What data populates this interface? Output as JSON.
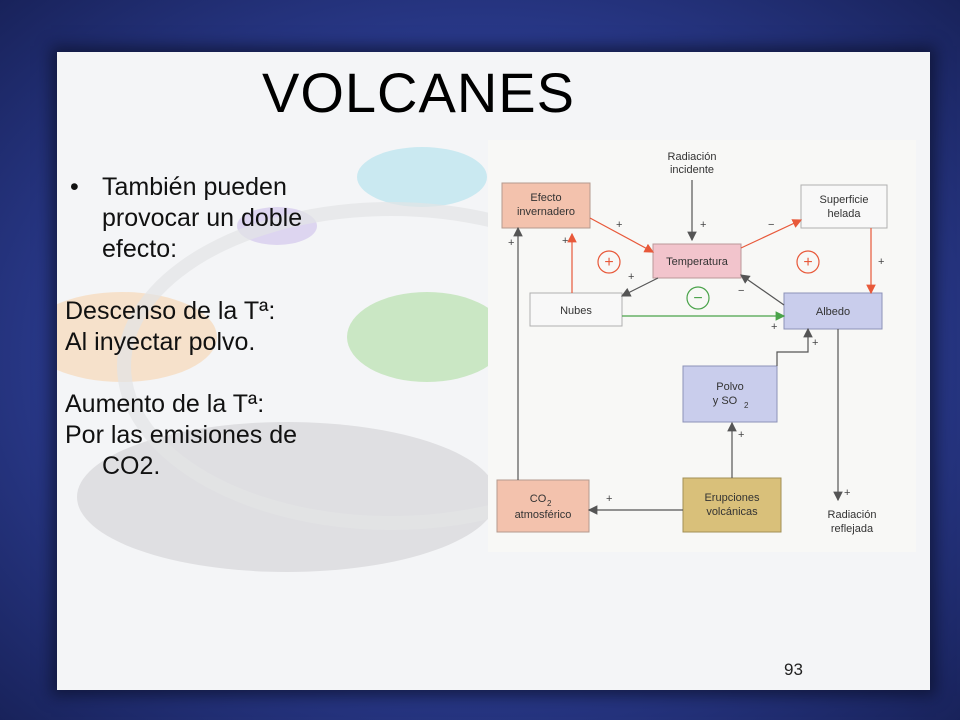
{
  "slide": {
    "title": "VOLCANES",
    "bullet": "También pueden provocar un doble efecto:",
    "descenso_label": "Descenso de la Tª:",
    "descenso_text": "Al inyectar polvo.",
    "aumento_label": "Aumento de la Tª:",
    "aumento_text_line1": "Por las emisiones de",
    "aumento_text_line2": "CO2.",
    "page_number": "93"
  },
  "diagram": {
    "radiacion_incidente": [
      "Radiación",
      "incidente"
    ],
    "efecto_invernadero": [
      "Efecto",
      "invernadero"
    ],
    "superficie_helada": [
      "Superficie",
      "helada"
    ],
    "temperatura": "Temperatura",
    "nubes": "Nubes",
    "albedo": "Albedo",
    "polvo": [
      "Polvo",
      "y SO",
      "2"
    ],
    "co2": [
      "CO",
      "2",
      "atmosférico"
    ],
    "erupciones": [
      "Erupciones",
      "volcánicas"
    ],
    "radiacion_reflejada": [
      "Radiación",
      "reflejada"
    ],
    "plus_sign": "+",
    "minus_sign": "−",
    "colors": {
      "efecto_fill": "#f3c2ad",
      "temperatura_fill": "#f2c4cc",
      "albedo_fill": "#c9cdec",
      "polvo_fill": "#c9cdec",
      "co2_fill": "#f3c2ad",
      "erupciones_fill": "#d9c07a",
      "red_arrow": "#e8593a",
      "green_arrow": "#4aa34a"
    }
  }
}
